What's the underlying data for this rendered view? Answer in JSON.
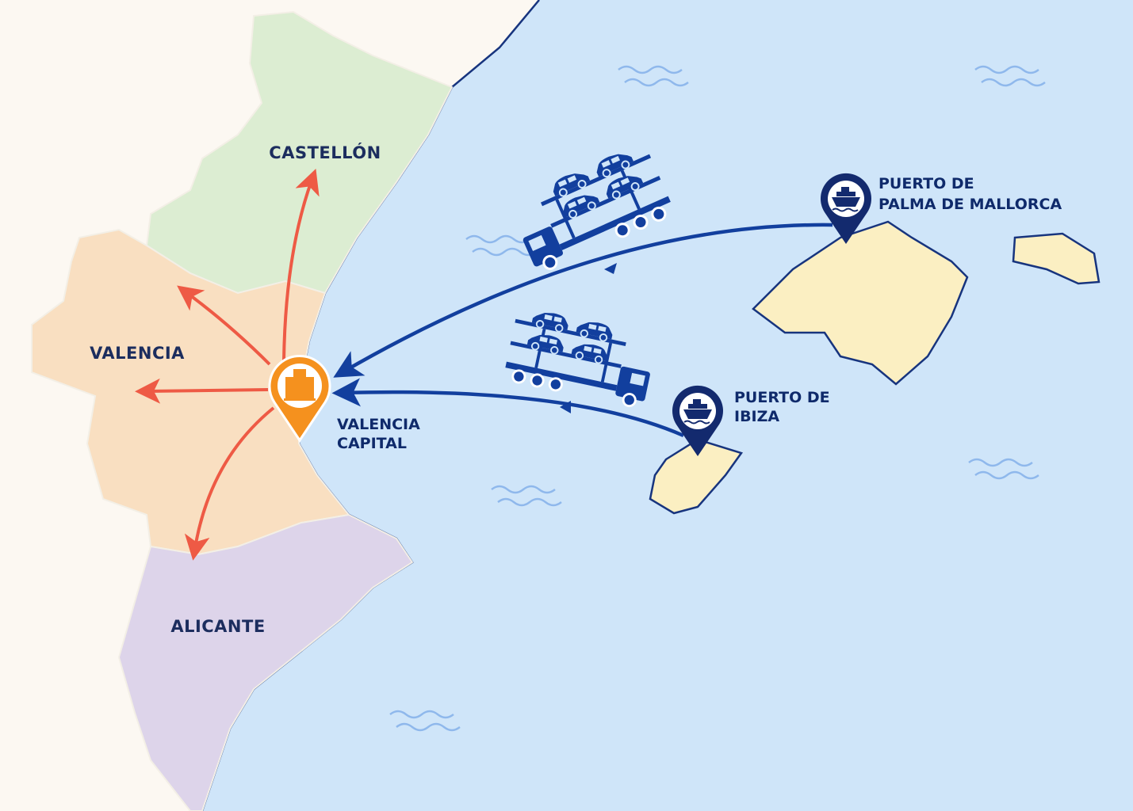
{
  "regions": {
    "castellon": "CASTELLÓN",
    "valencia": "VALENCIA",
    "alicante": "ALICANTE"
  },
  "hub": {
    "line1": "VALENCIA",
    "line2": "CAPITAL",
    "icon": "building-icon"
  },
  "ports": [
    {
      "line1": "PUERTO DE",
      "line2": "PALMA DE MALLORCA",
      "icon": "ship-icon"
    },
    {
      "line1": "PUERTO DE",
      "line2": "IBIZA",
      "icon": "ship-icon"
    }
  ],
  "colors": {
    "sea": "#cfe5f9",
    "land": "#fcf8f2",
    "castellon": "#dcedd2",
    "valencia": "#f9dfc1",
    "alicante": "#ddd4ea",
    "islands": "#fbefc2",
    "hub_pin": "#f5911e",
    "port_pin": "#132a6e",
    "route": "#123f9e",
    "distribution": "#ee5a45"
  }
}
